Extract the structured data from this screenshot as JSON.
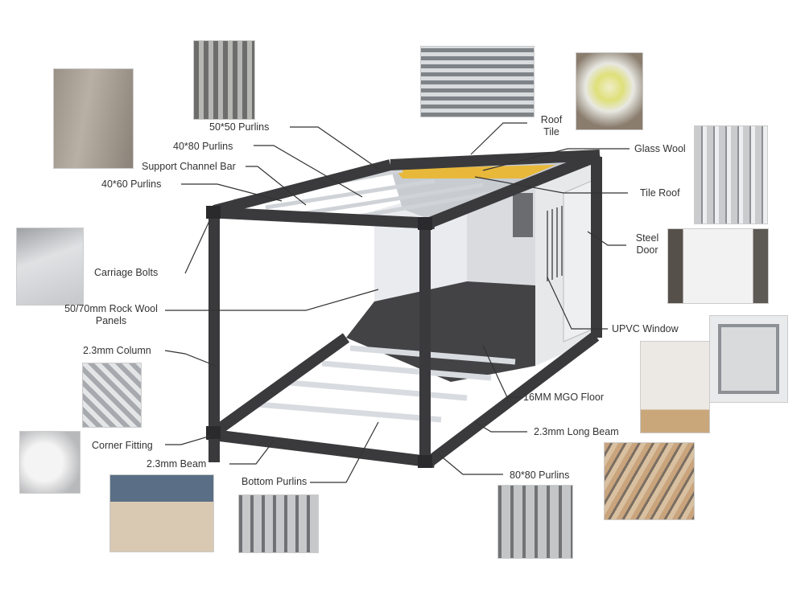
{
  "labels": {
    "purlins_50x50": "50*50 Purlins",
    "purlins_40x80": "40*80 Purlins",
    "support_channel_bar": "Support Channel Bar",
    "purlins_40x60": "40*60 Purlins",
    "carriage_bolts": "Carriage Bolts",
    "rock_wool_1": "50/70mm Rock Wool",
    "rock_wool_2": "Panels",
    "column": "2.3mm Column",
    "corner_fitting": "Corner Fitting",
    "beam": "2.3mm Beam",
    "bottom_purlins": "Bottom Purlins",
    "roof_tile_1": "Roof",
    "roof_tile_2": "Tile",
    "glass_wool": "Glass Wool",
    "tile_roof": "Tile Roof",
    "steel_door_1": "Steel",
    "steel_door_2": "Door",
    "upvc_window": "UPVC Window",
    "mgo_floor": "16MM MGO Floor",
    "long_beam": "2.3mm Long Beam",
    "purlins_80x80": "80*80 Purlins"
  },
  "colors": {
    "frame": "#3a3a3c",
    "panel": "#e4e6e9",
    "floor": "#3f3f41",
    "glass_wool": "#e8b83a",
    "leader": "#333333"
  }
}
